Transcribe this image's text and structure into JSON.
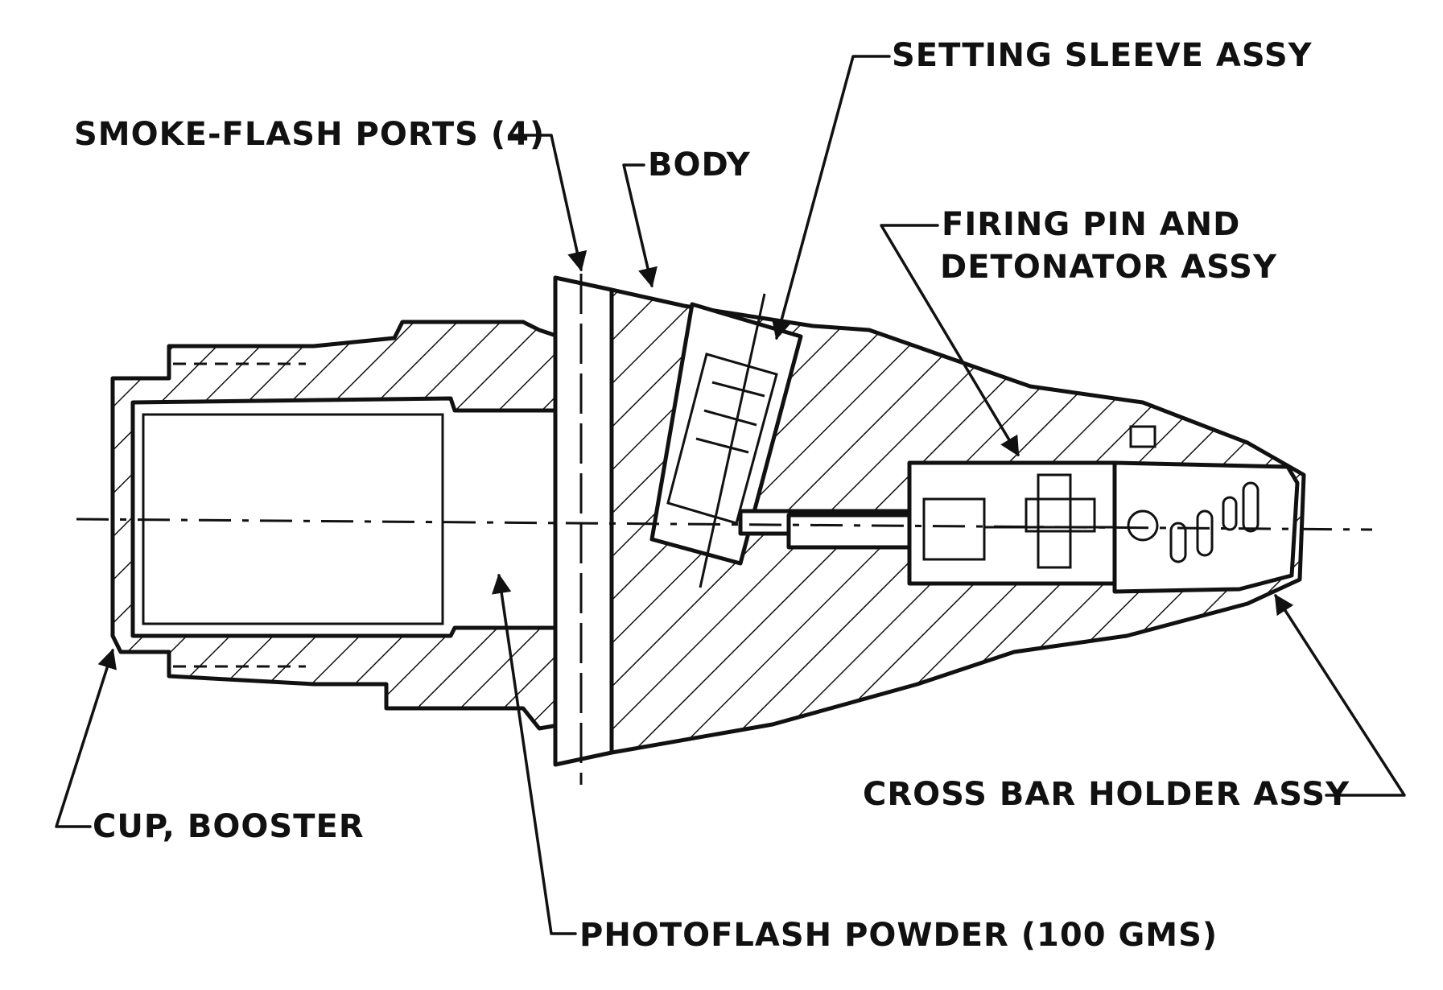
{
  "labels": {
    "setting_sleeve": "SETTING SLEEVE ASSY",
    "smoke_flash_ports": "SMOKE-FLASH PORTS (4)",
    "body": "BODY",
    "firing_pin_line1": "FIRING PIN AND",
    "firing_pin_line2": "DETONATOR ASSY",
    "cross_bar_holder": "CROSS BAR HOLDER ASSY",
    "cup_booster": "CUP, BOOSTER",
    "photoflash_powder": "PHOTOFLASH POWDER (100 GMS)"
  },
  "colors": {
    "ink": "#111111",
    "paper": "#ffffff"
  }
}
